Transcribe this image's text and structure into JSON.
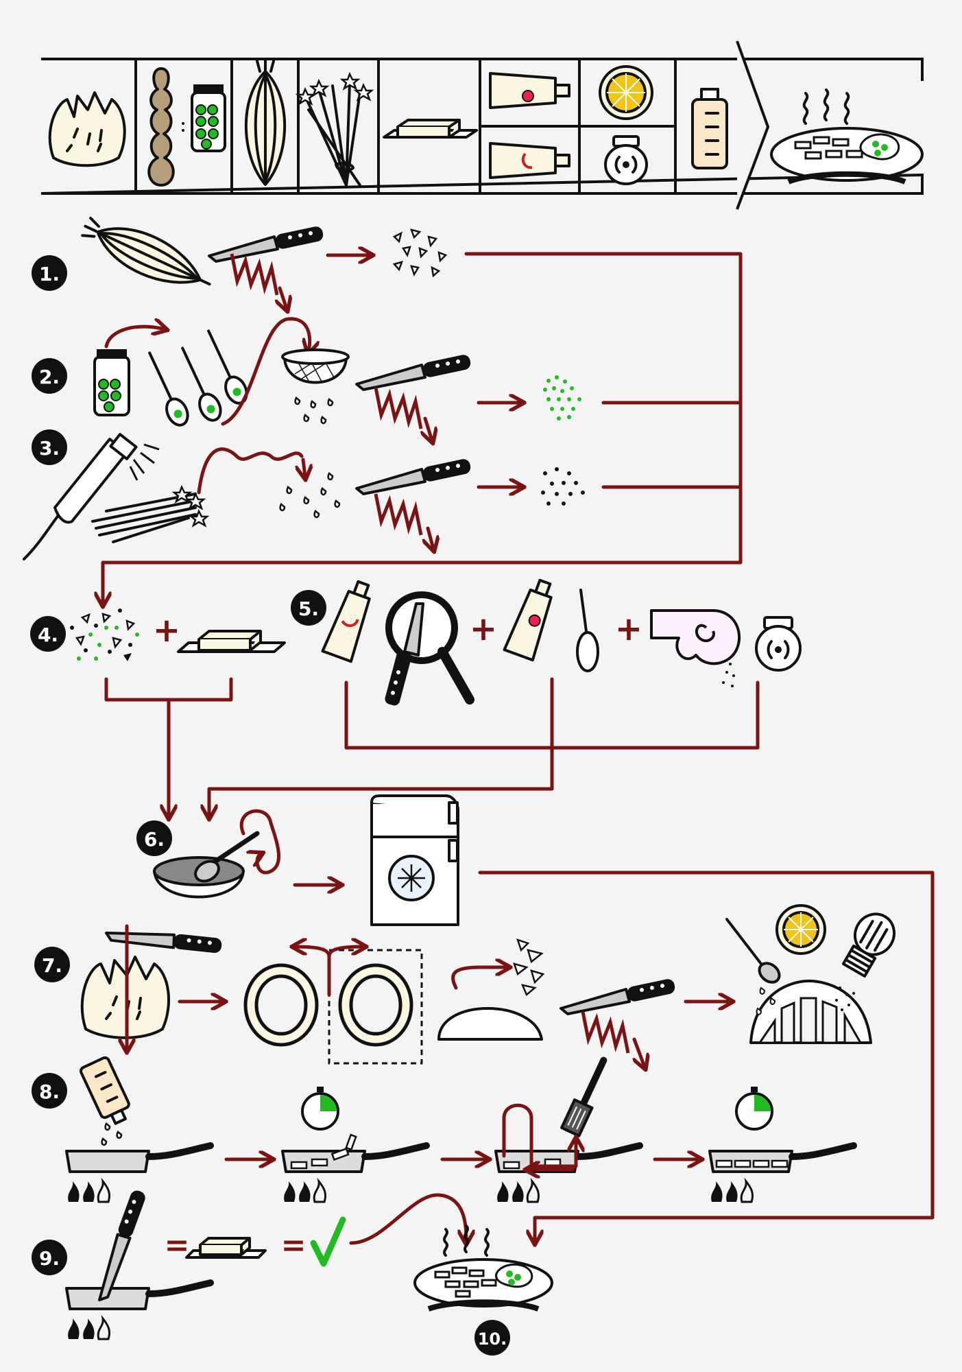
{
  "steps": [
    {
      "id": 1,
      "label": "1."
    },
    {
      "id": 2,
      "label": "2."
    },
    {
      "id": 3,
      "label": "3."
    },
    {
      "id": 4,
      "label": "4."
    },
    {
      "id": 5,
      "label": "5."
    },
    {
      "id": 6,
      "label": "6."
    },
    {
      "id": 7,
      "label": "7."
    },
    {
      "id": 8,
      "label": "8."
    },
    {
      "id": 9,
      "label": "9."
    },
    {
      "id": 10,
      "label": "10."
    }
  ],
  "operators": {
    "plus": "+",
    "equals": "="
  },
  "colors": {
    "arrow": "#7a1414",
    "ink": "#111111",
    "green": "#22bb22",
    "cream": "#fbf6e2",
    "tan": "#b79e7a",
    "background": "#f4f4f4"
  },
  "ingredients_bar": {
    "icons": [
      "fennel-icon",
      "capers-icon",
      "shallot-icon",
      "chives-icon",
      "butter-icon",
      "paste-tube-icon",
      "lemon-icon",
      "oil-bottle-icon",
      "finished-dish-icon"
    ]
  }
}
